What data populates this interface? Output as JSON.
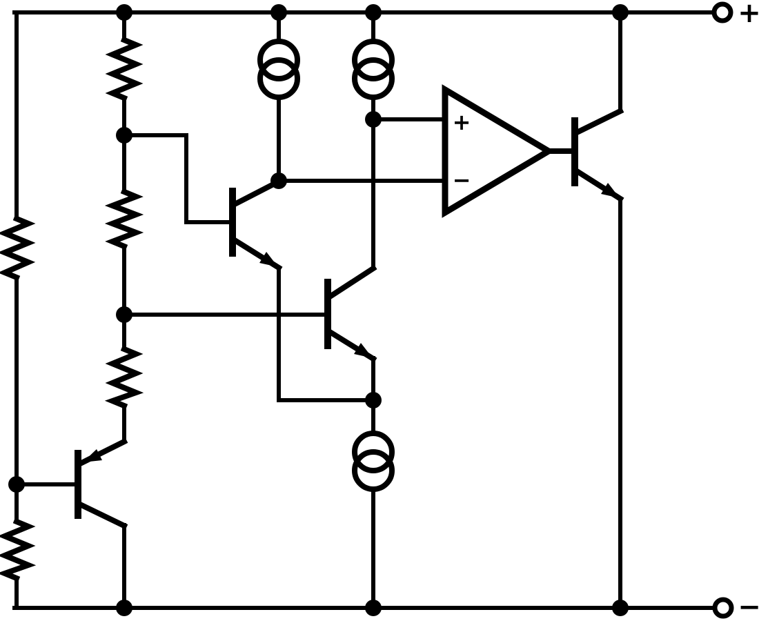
{
  "schematic": {
    "type": "analog-circuit-schematic",
    "description": "Transistor bias / reference circuit between positive and negative supply rails with op-amp output buffer",
    "background_color": "#ffffff",
    "line_color": "#000000",
    "labels": {
      "terminal_positive": "+",
      "terminal_negative": "−",
      "opamp_noninverting": "+",
      "opamp_inverting": "−"
    },
    "components": {
      "rails": [
        "positive-supply-rail-top",
        "negative-supply-rail-bottom"
      ],
      "terminals": [
        "positive-terminal",
        "negative-terminal"
      ],
      "resistors": [
        "resistor-middle-column-top",
        "resistor-middle-column-center",
        "resistor-middle-column-bottom",
        "resistor-left-edge-upper",
        "resistor-left-edge-lower"
      ],
      "current_sources": [
        "current-source-top-left",
        "current-source-top-right",
        "current-source-bottom"
      ],
      "transistors": [
        {
          "name": "npn-transistor-middle-left",
          "type": "NPN"
        },
        {
          "name": "npn-transistor-middle-center",
          "type": "NPN"
        },
        {
          "name": "npn-transistor-output-top-right",
          "type": "NPN"
        },
        {
          "name": "pnp-transistor-bottom-left",
          "type": "PNP"
        }
      ],
      "opamps": [
        "opamp-buffer"
      ],
      "junction_dot_count": 13
    }
  }
}
